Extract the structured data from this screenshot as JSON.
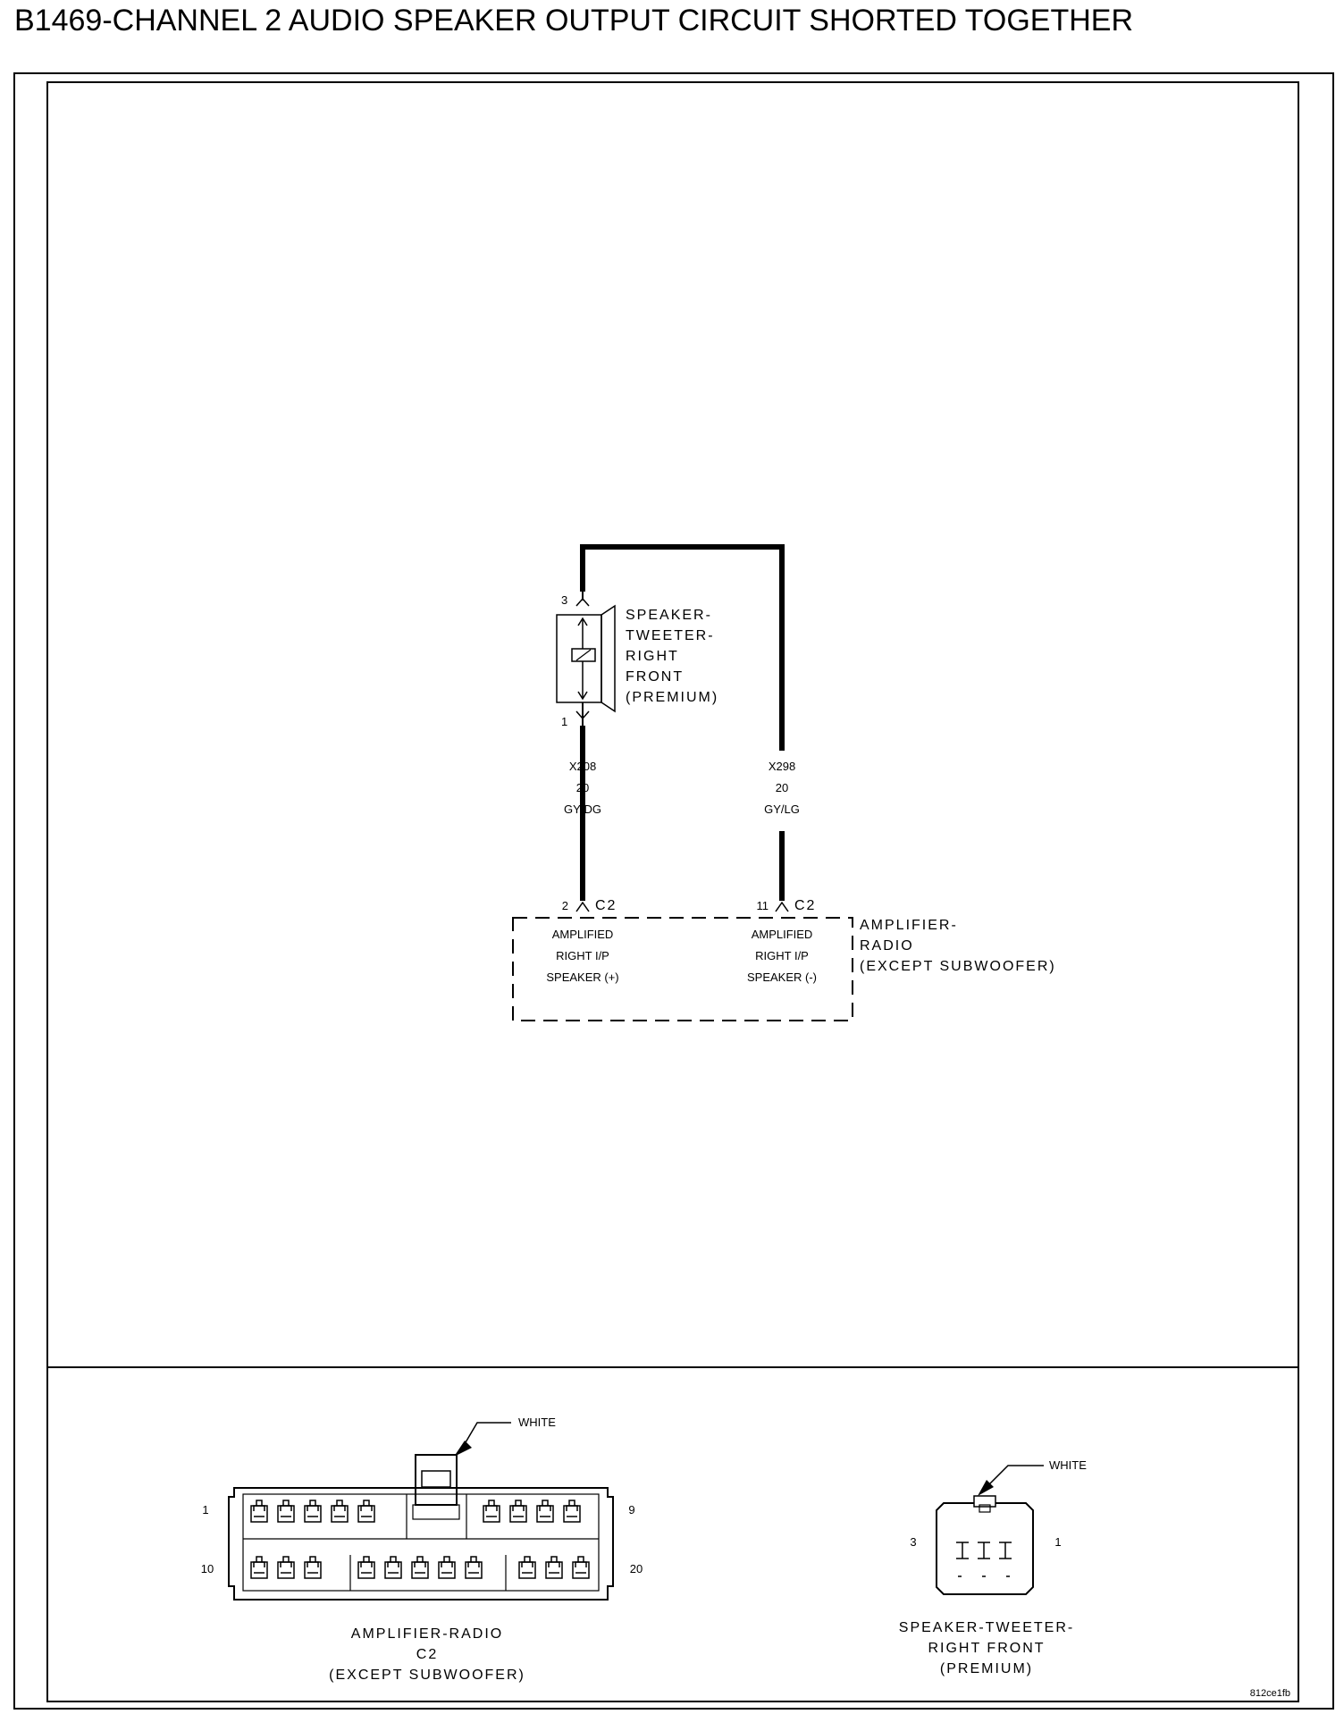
{
  "title": "B1469-CHANNEL 2 AUDIO SPEAKER OUTPUT CIRCUIT SHORTED TOGETHER",
  "schematic": {
    "speaker": {
      "lines": [
        "SPEAKER-",
        "TWEETER-",
        "RIGHT",
        "FRONT",
        "(PREMIUM)"
      ],
      "pin_top": "3",
      "pin_bottom": "1"
    },
    "wire_left": {
      "circuit": "X208",
      "gauge": "20",
      "color": "GY/DG"
    },
    "wire_right": {
      "circuit": "X298",
      "gauge": "20",
      "color": "GY/LG"
    },
    "connector_left": {
      "pin": "2",
      "name": "C2"
    },
    "connector_right": {
      "pin": "11",
      "name": "C2"
    },
    "amp_box": {
      "left_function": [
        "AMPLIFIED",
        "RIGHT I/P",
        "SPEAKER (+)"
      ],
      "right_function": [
        "AMPLIFIED",
        "RIGHT I/P",
        "SPEAKER (-)"
      ],
      "component": [
        "AMPLIFIER-",
        "RADIO",
        "(EXCEPT SUBWOOFER)"
      ]
    }
  },
  "connector_views": {
    "amp": {
      "color_label": "WHITE",
      "pin_1": "1",
      "pin_9": "9",
      "pin_10": "10",
      "pin_20": "20",
      "caption": [
        "AMPLIFIER-RADIO",
        "C2",
        "(EXCEPT SUBWOOFER)"
      ]
    },
    "tweeter": {
      "color_label": "WHITE",
      "pin_3": "3",
      "pin_1": "1",
      "caption": [
        "SPEAKER-TWEETER-",
        "RIGHT FRONT",
        "(PREMIUM)"
      ]
    }
  },
  "footer_code": "812ce1fb"
}
